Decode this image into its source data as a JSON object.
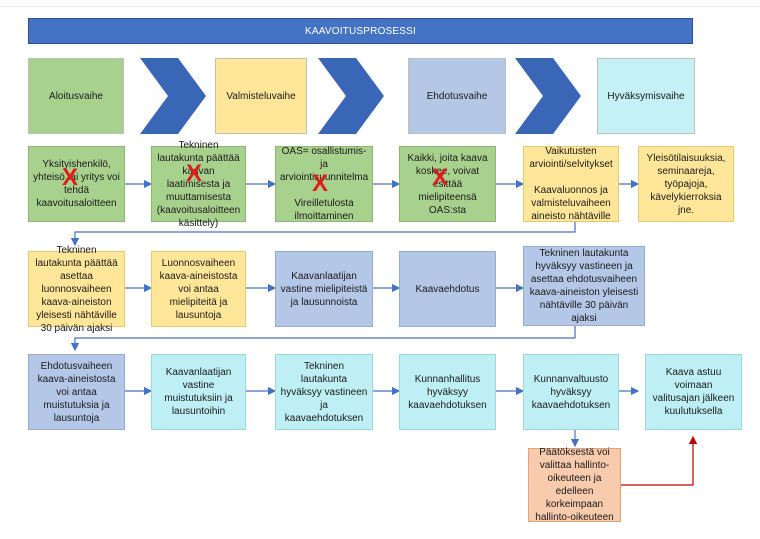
{
  "title": "KAAVOITUSPROSESSI",
  "phases": [
    {
      "label": "Aloitusvaihe",
      "color": "#a9d18e"
    },
    {
      "label": "Valmisteluvaihe",
      "color": "#ffe699"
    },
    {
      "label": "Ehdotusvaihe",
      "color": "#b4c7e7"
    },
    {
      "label": "Hyväksymisvaihe",
      "color": "#c5f1f6"
    }
  ],
  "row1": [
    "Yksityishenkilö, yhteisö tai yritys voi tehdä kaavoitusaloitteen",
    "Tekninen lautakunta päättää kaavan laatimisesta ja muuttamisesta (kaavoitusaloitteen käsittely)",
    "OAS= osallistumis- ja arviointisuunnitelma\n\nVireilletulosta ilmoittaminen",
    "Kaikki, joita kaava koskee, voivat esittää mielipiteensä OAS:sta",
    "Vaikutusten arviointi/selvitykset\n\nKaavaluonnos ja valmisteluvaiheen aineisto nähtäville",
    "Yleisötilaisuuksia, seminaareja, työpajoja, kävelykierroksia jne."
  ],
  "row2": [
    "Tekninen lautakunta päättää asettaa luonnosvaiheen kaava-aineiston yleisesti nähtäville 30 päivän ajaksi",
    "Luonnosvaiheen kaava-aineistosta voi antaa mielipiteitä ja lausuntoja",
    "Kaavanlaatijan vastine mielipiteistä ja lausunnoista",
    "Kaavaehdotus",
    "Tekninen lautakunta hyväksyy vastineen ja asettaa ehdotusvaiheen kaava-aineiston yleisesti nähtäville 30 päivän ajaksi"
  ],
  "row3": [
    "Ehdotusvaiheen kaava-aineistosta voi antaa muistutuksia ja lausuntoja",
    "Kaavanlaatijan vastine muistutuksiin ja lausuntoihin",
    "Tekninen lautakunta hyväksyy vastineen ja kaavaehdotuksen",
    "Kunnanhallitus hyväksyy kaavaehdotuksen",
    "Kunnanvaltuusto hyväksyy kaavaehdotuksen",
    "Kaava astuu voimaan valitusajan jälkeen kuulutuksella"
  ],
  "appeal": "Päätöksestä voi valittaa hallinto-oikeuteen ja edelleen korkeimpaan hallinto-oikeuteen",
  "xmark": "X",
  "colors": {
    "banner": "#4472c4",
    "chevron": "#3a66b8",
    "arrow": "#4472c4",
    "appeal_arrow": "#c00000",
    "xmark": "#e01b1b"
  }
}
